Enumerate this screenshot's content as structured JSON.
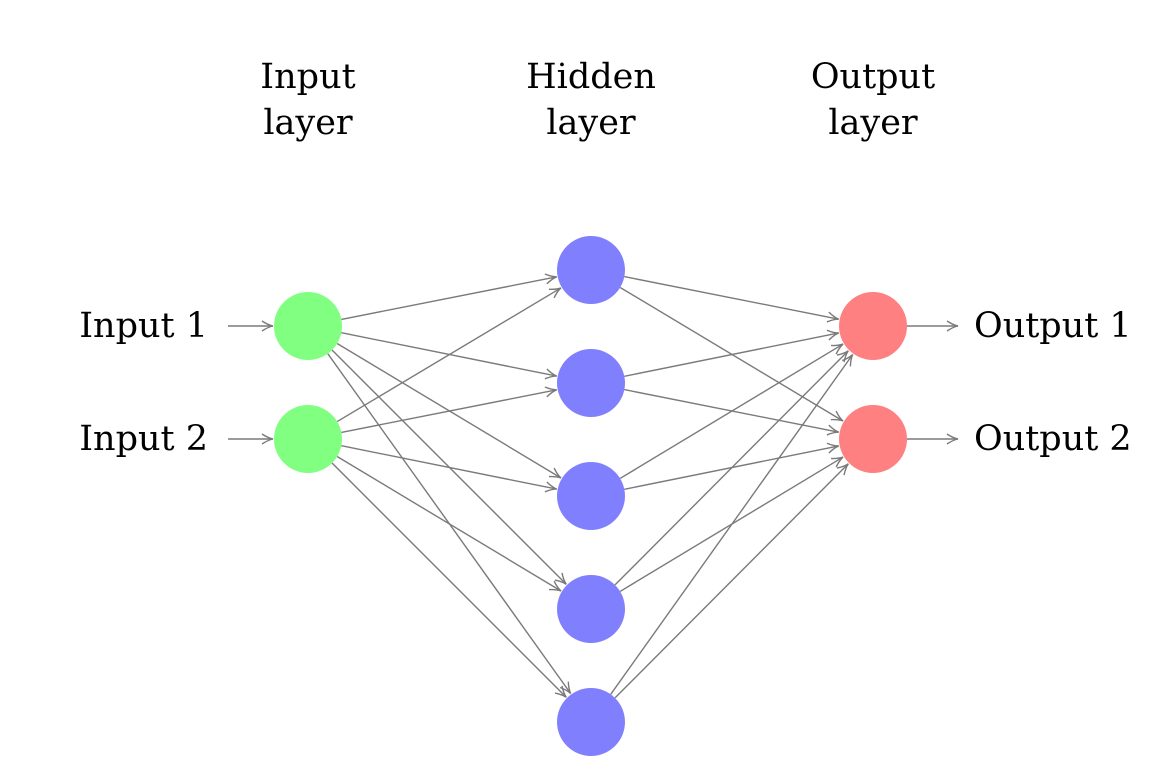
{
  "layers": {
    "input": {
      "title_line1": "Input",
      "title_line2": "layer",
      "node_count": 2
    },
    "hidden": {
      "title_line1": "Hidden",
      "title_line2": "layer",
      "node_count": 5
    },
    "output": {
      "title_line1": "Output",
      "title_line2": "layer",
      "node_count": 2
    }
  },
  "inputs": [
    "Input 1",
    "Input 2"
  ],
  "outputs": [
    "Output 1",
    "Output 2"
  ],
  "colors": {
    "input_node": "#80ff80",
    "hidden_node": "#8080ff",
    "output_node": "#ff8080",
    "edge": "#7a7a7a",
    "text": "#000000"
  },
  "connections": "fully-connected"
}
